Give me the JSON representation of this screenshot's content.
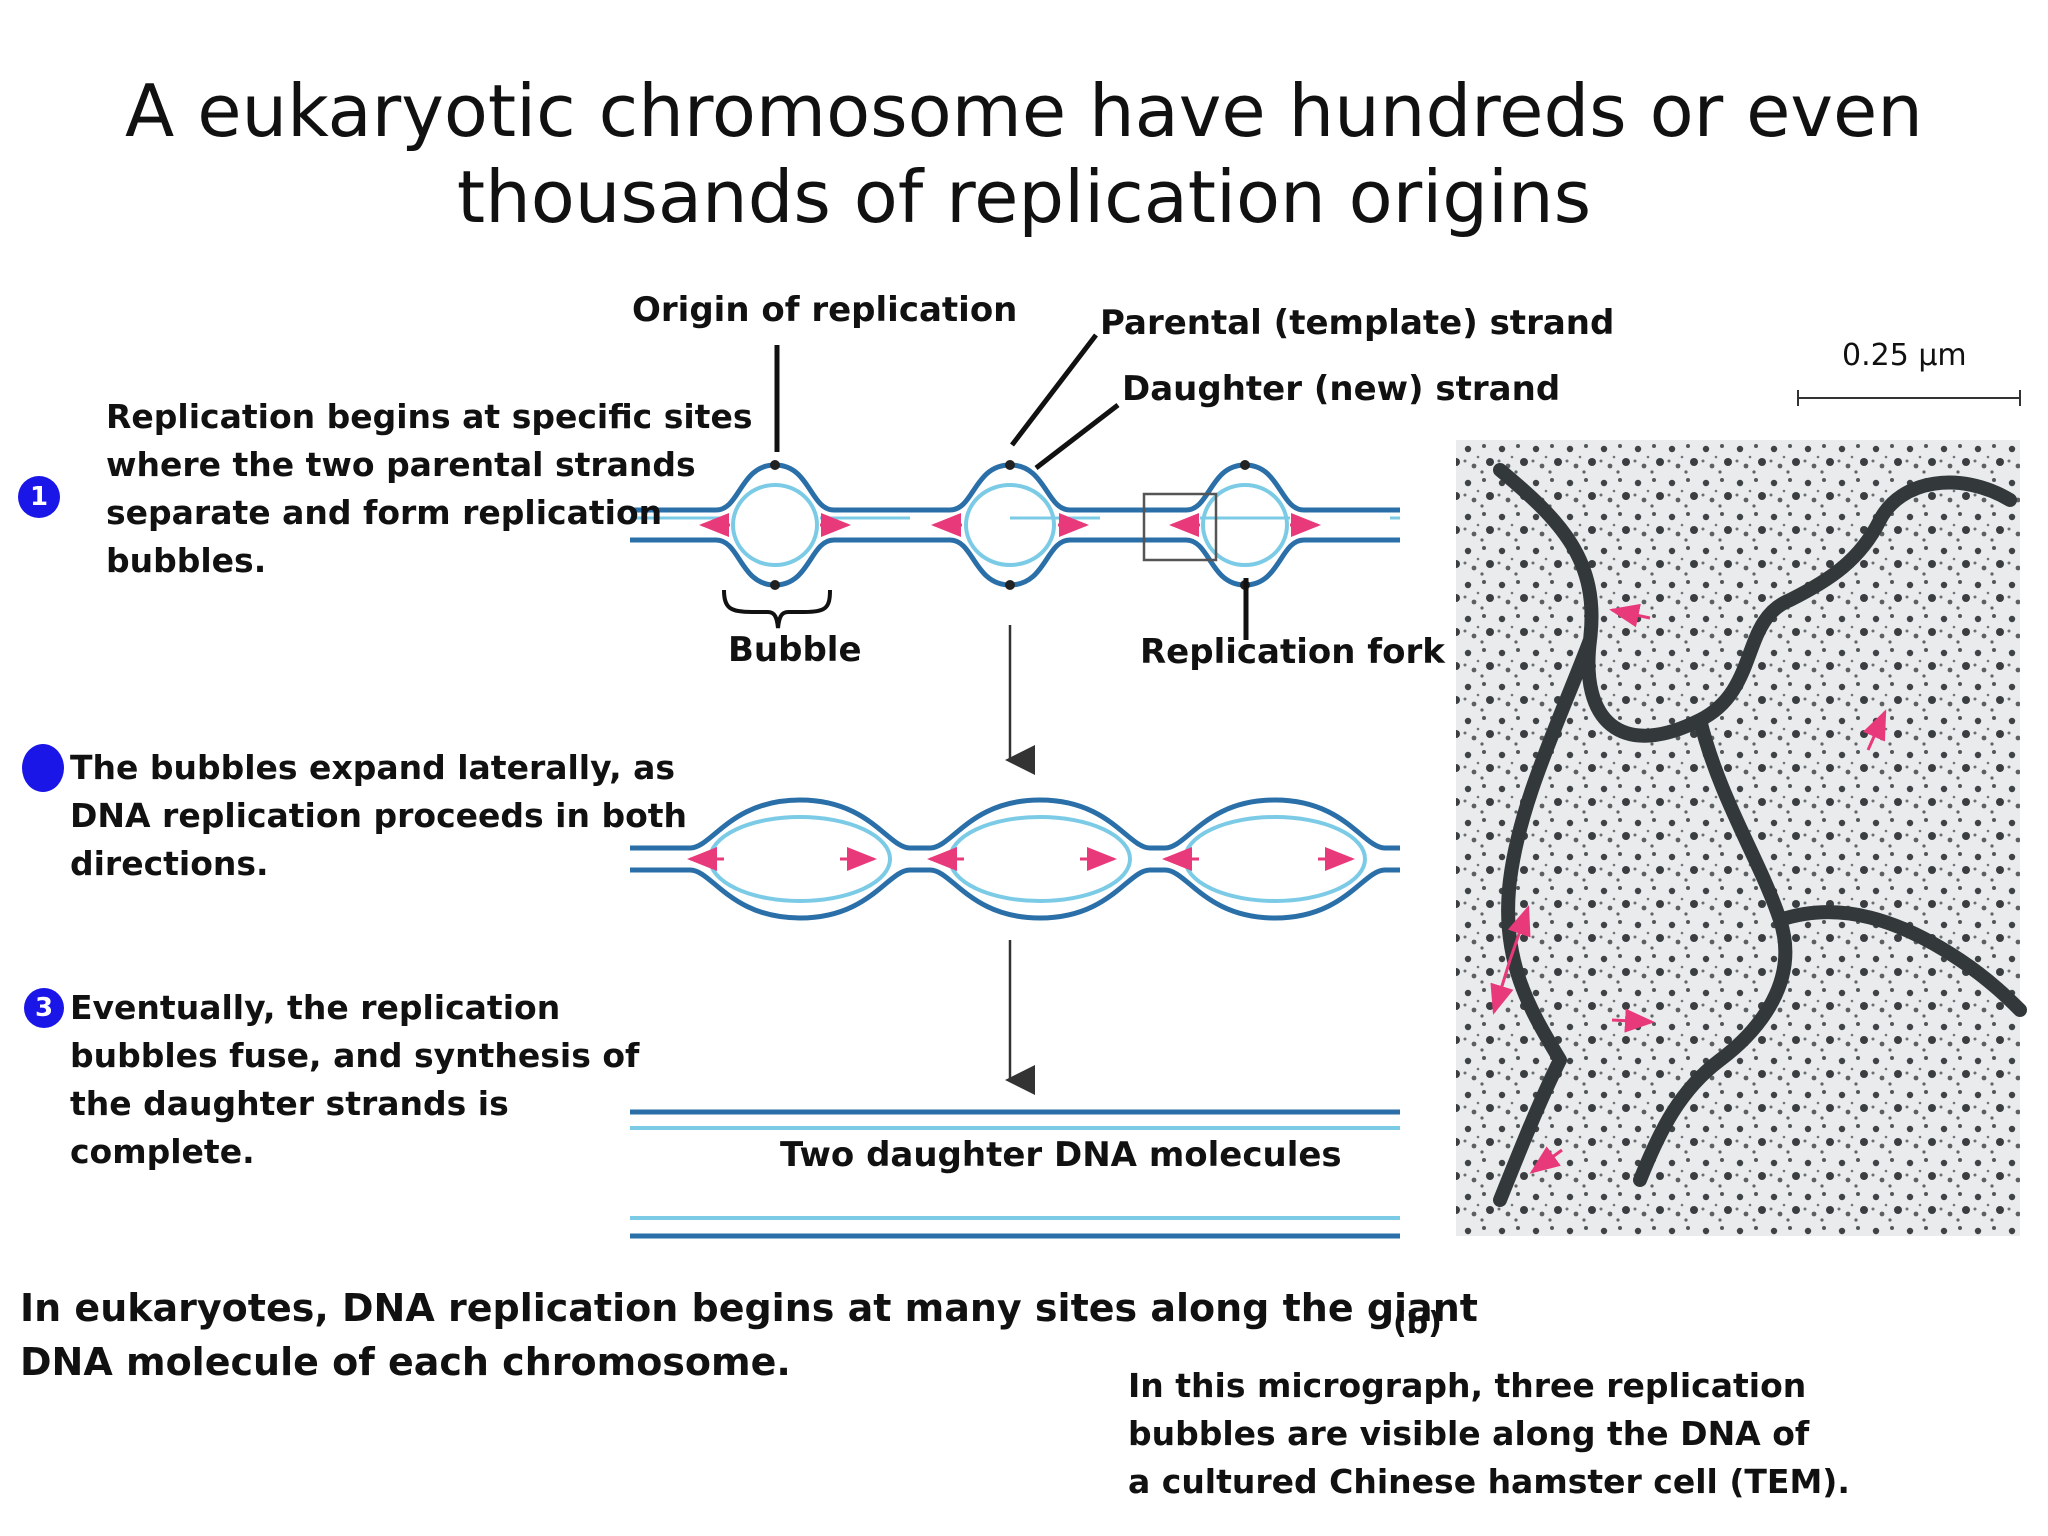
{
  "title": "A eukaryotic chromosome have hundreds or even\nthousands of replication origins",
  "labels": {
    "origin": "Origin of replication",
    "parental": "Parental (template) strand",
    "daughter": "Daughter (new) strand",
    "bubble": "Bubble",
    "fork": "Replication fork",
    "two_molecules": "Two daughter DNA molecules",
    "scale": "0.25 μm"
  },
  "steps": [
    {
      "badge": "1",
      "text": "Replication begins at specific sites\nwhere the two parental strands\nseparate and form replication\nbubbles."
    },
    {
      "badge": "",
      "text": "The bubbles expand laterally, as\nDNA replication proceeds in both\ndirections."
    },
    {
      "badge": "3",
      "text": "Eventually, the replication\nbubbles fuse, and synthesis of\nthe daughter strands is\ncomplete."
    }
  ],
  "caption_a": "In eukaryotes, DNA replication begins at many sites along the giant\nDNA molecule of each chromosome.",
  "panel_b_label": "(b)",
  "caption_b": "In this micrograph, three replication\nbubbles are visible along the DNA of\na cultured Chinese hamster cell (TEM).",
  "colors": {
    "parental_strand": "#2a6fa8",
    "daughter_strand": "#7ccbe6",
    "arrow": "#e8397a",
    "badge": "#1a16e8"
  }
}
